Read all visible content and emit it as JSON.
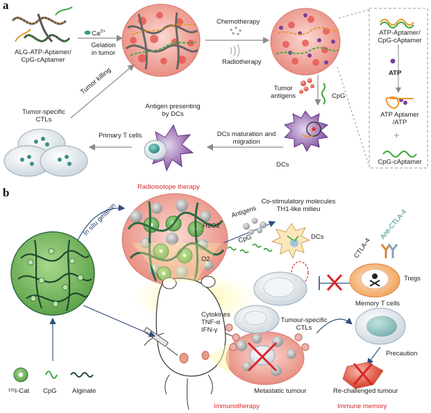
{
  "panel_a": {
    "letter": "a",
    "alg_label": "ALG-ATP-Aptamer/\nCpG-cAptamer",
    "ca_label": "Ca",
    "ca_sup": "2+",
    "gelation_label": "Gelation\nin tumor",
    "chemo_label": "Chemotherapy",
    "radio_label": "Radiotherapy",
    "tumor_antigens_label": "Tumor\nantigens",
    "cpg_label": "CpG",
    "dcs_label": "DCs",
    "dc_maturation_label": "DCs maturation and\nmigration",
    "antigen_presenting_label": "Antigen presenting\nby DCs",
    "primary_t_label": "Primary T cells",
    "tumor_specific_ctls_label": "Tumor-specific\nCTLs",
    "tumor_killing_label": "Tumor killing",
    "legend_atp_aptamer": "ATP-Aptamer/\nCpG-cAptamer",
    "legend_atp": "ATP",
    "legend_complex": "ATP Aptamer\n/ATP",
    "legend_plus": "+",
    "legend_cpg": "CpG-cAptamer"
  },
  "panel_b": {
    "letter": "b",
    "radioisotope_label": "Radioisotope therapy",
    "in_situ_label": "In situ gelation",
    "h2o2_label": "H2O2",
    "o2_label": "O2",
    "antigens_label": "Antigens",
    "cpg_label": "CpG",
    "costim_label": "Co-stimulatory molecules\nTH1-like milieu",
    "dcs_label": "DCs",
    "anti_ctla4_label": "Anti-CTLA-4",
    "ctla4_label": "CTLA-4",
    "tregs_label": "Tregs",
    "cytokines_label": "Cytokines\nTNF-α\nIFN-γ",
    "tumour_specific_label": "Tumour-specific\nCTLs",
    "memory_t_label": "Memory T cells",
    "precaution_label": "Precaution",
    "metastatic_label": "Metastatic tumour",
    "rechallenged_label": "Re-challenged tumour",
    "immunotherapy_label": "Immunotherapy",
    "immune_memory_label": "Immune memory",
    "legend_cat": "¹³¹I-Cat",
    "legend_cpg": "CpG",
    "legend_alginate": "Alginate"
  },
  "colors": {
    "aptamer_orange": "#e8962a",
    "aptamer_green": "#3aa83a",
    "tumor_pink": "#f0a79f",
    "gel_green": "#2c6b3f",
    "red_label": "#d8262b",
    "dc_purple": "#6c3a8c"
  }
}
